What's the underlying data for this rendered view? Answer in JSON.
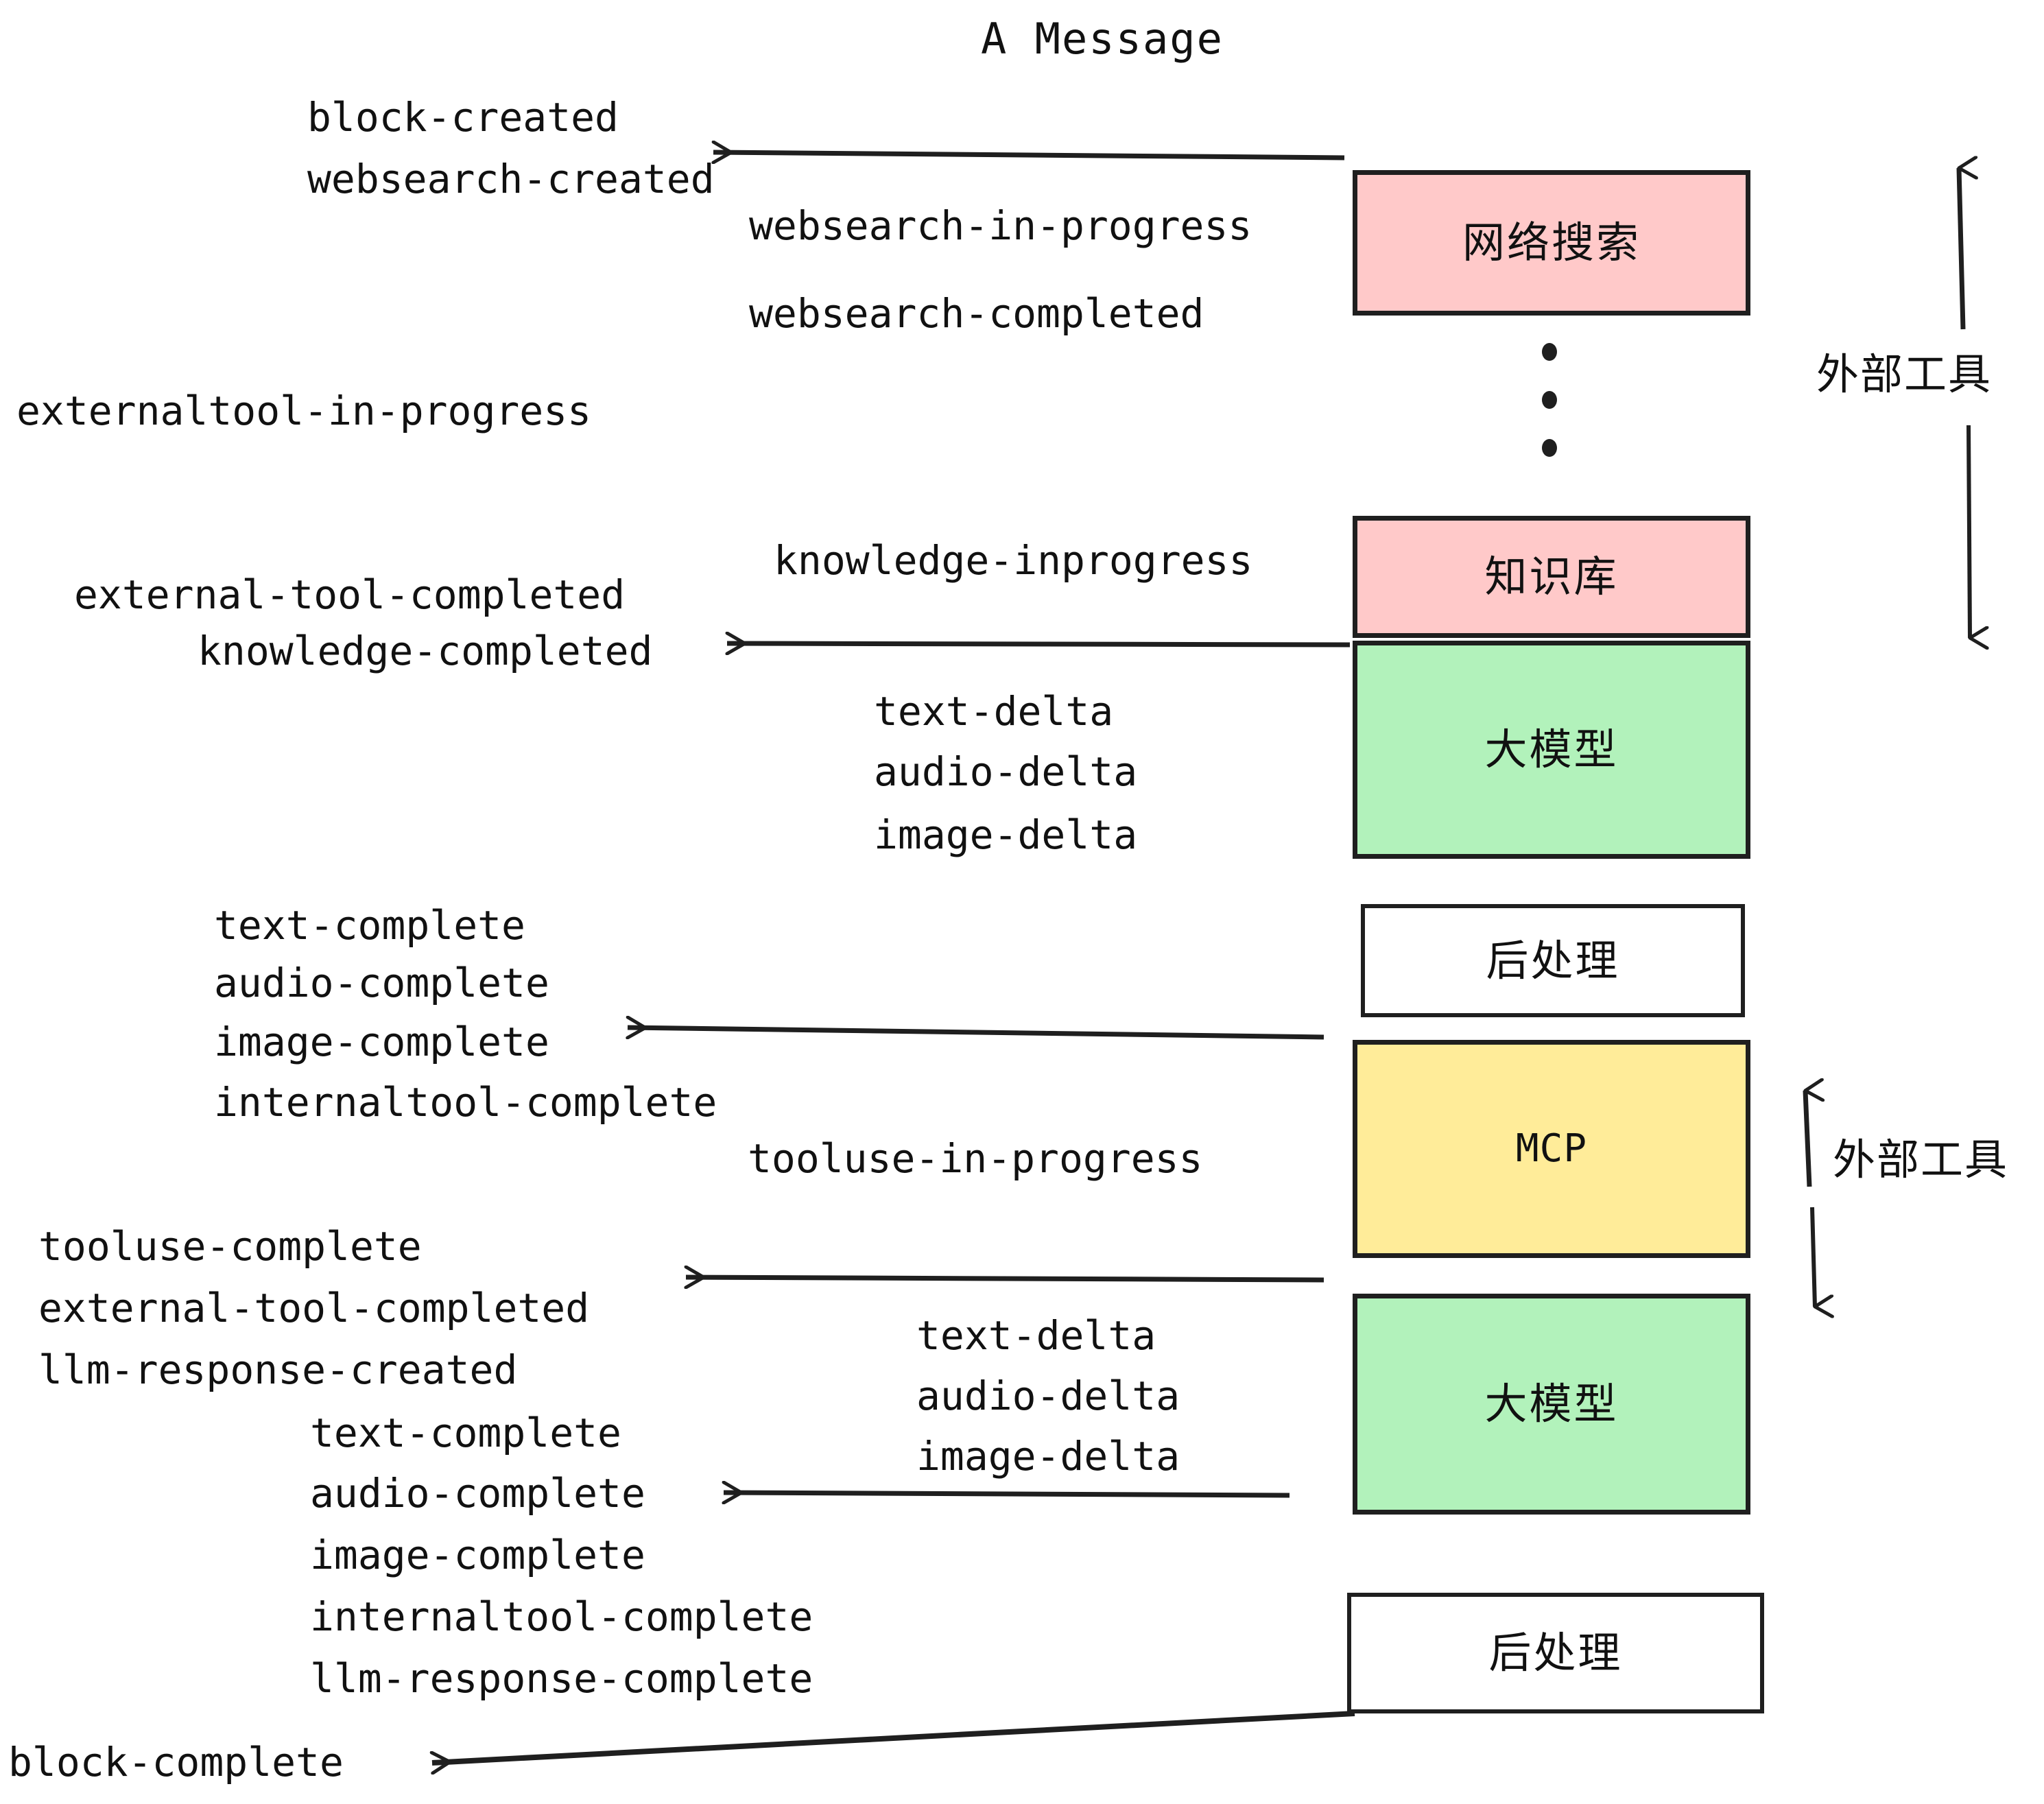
{
  "title": "A Message",
  "colors": {
    "pink": "#FFC9C9",
    "green": "#B2F2BB",
    "yellow": "#FFEC99",
    "white": "#FFFFFF",
    "stroke": "#1F1F1F",
    "text": "#111111"
  },
  "boxes": [
    {
      "label": "网络搜索",
      "fill": "#FFC9C9",
      "kind": "cjk"
    },
    {
      "label": "知识库",
      "fill": "#FFC9C9",
      "kind": "cjk"
    },
    {
      "label": "大模型",
      "fill": "#B2F2BB",
      "kind": "cjk"
    },
    {
      "label": "后处理",
      "fill": "#FFFFFF",
      "kind": "cjk"
    },
    {
      "label": "MCP",
      "fill": "#FFEC99",
      "kind": "latin"
    },
    {
      "label": "大模型",
      "fill": "#B2F2BB",
      "kind": "cjk"
    },
    {
      "label": "后处理",
      "fill": "#FFFFFF",
      "kind": "cjk"
    }
  ],
  "side_labels": [
    {
      "text": "外部工具"
    },
    {
      "text": "外部工具"
    }
  ],
  "events": [
    {
      "text": "block-created"
    },
    {
      "text": "websearch-created"
    },
    {
      "text": "websearch-in-progress"
    },
    {
      "text": "websearch-completed"
    },
    {
      "text": "externaltool-in-progress"
    },
    {
      "text": "knowledge-inprogress"
    },
    {
      "text": "external-tool-completed"
    },
    {
      "text": "knowledge-completed"
    },
    {
      "text": "text-delta"
    },
    {
      "text": "audio-delta"
    },
    {
      "text": "image-delta"
    },
    {
      "text": "text-complete"
    },
    {
      "text": "audio-complete"
    },
    {
      "text": "image-complete"
    },
    {
      "text": "internaltool-complete"
    },
    {
      "text": "tooluse-in-progress"
    },
    {
      "text": "tooluse-complete"
    },
    {
      "text": "external-tool-completed"
    },
    {
      "text": "llm-response-created"
    },
    {
      "text": "text-complete"
    },
    {
      "text": "audio-complete"
    },
    {
      "text": "image-complete"
    },
    {
      "text": "internaltool-complete"
    },
    {
      "text": "llm-response-complete"
    },
    {
      "text": "text-delta"
    },
    {
      "text": "audio-delta"
    },
    {
      "text": "image-delta"
    },
    {
      "text": "block-complete"
    }
  ],
  "ellipsis": "⋮"
}
